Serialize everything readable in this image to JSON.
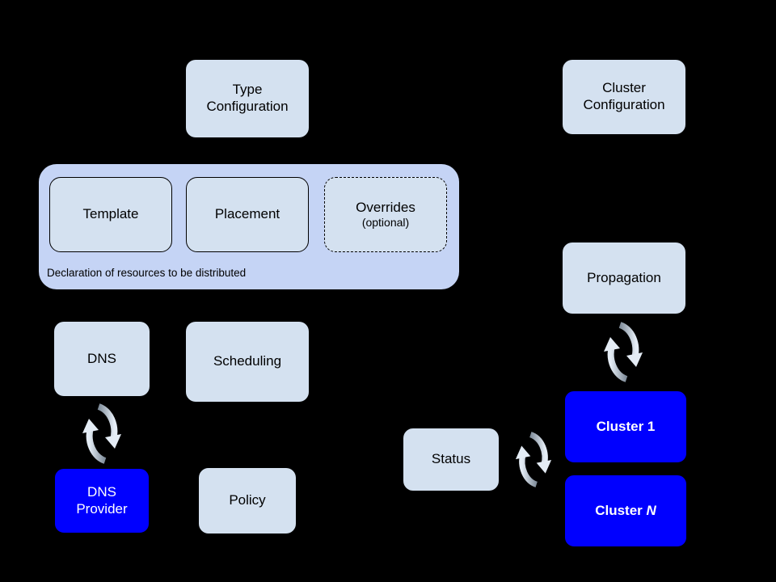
{
  "diagram": {
    "title": "Kubernetes Federation architecture diagram",
    "background_color": "#000000",
    "palette": {
      "panel_fill": "#c5d4f5",
      "box_fill": "#d4e1f0",
      "cluster_fill": "#0000ff",
      "stroke": "#000000",
      "cluster_text": "#ffffff",
      "sync_arrow_light": "#dbe6f2",
      "sync_arrow_dark": "#8a97a5"
    },
    "nodes": {
      "type_configuration": "Type\nConfiguration",
      "type_configuration_line1": "Type",
      "type_configuration_line2": "Configuration",
      "cluster_configuration_line1": "Cluster",
      "cluster_configuration_line2": "Configuration",
      "template": "Template",
      "placement": "Placement",
      "overrides": "Overrides",
      "overrides_note": "(optional)",
      "panel_caption": "Declaration of resources to be distributed",
      "dns": "DNS",
      "scheduling": "Scheduling",
      "dns_provider_line1": "DNS",
      "dns_provider_line2": "Provider",
      "policy": "Policy",
      "propagation": "Propagation",
      "status": "Status",
      "cluster_1_prefix": "Cluster ",
      "cluster_1_suffix": "1",
      "cluster_n_prefix": "Cluster ",
      "cluster_n_suffix": "N"
    },
    "icons": {
      "sync_dns": "sync-cycle-icon",
      "sync_propagation": "sync-cycle-icon",
      "sync_status": "sync-cycle-icon"
    },
    "connectors": [
      {
        "from": "type-configuration",
        "to": "template",
        "style": "dashed-arrow-down"
      },
      {
        "from": "type-configuration",
        "to": "placement",
        "style": "dashed-arrow-down"
      },
      {
        "from": "type-configuration",
        "to": "overrides",
        "style": "dashed-arrow-down"
      },
      {
        "from": "scheduling",
        "to": "placement",
        "style": "solid-arrow-up"
      },
      {
        "from": "policy",
        "to": "overrides",
        "style": "solid-arrow-up"
      }
    ]
  }
}
